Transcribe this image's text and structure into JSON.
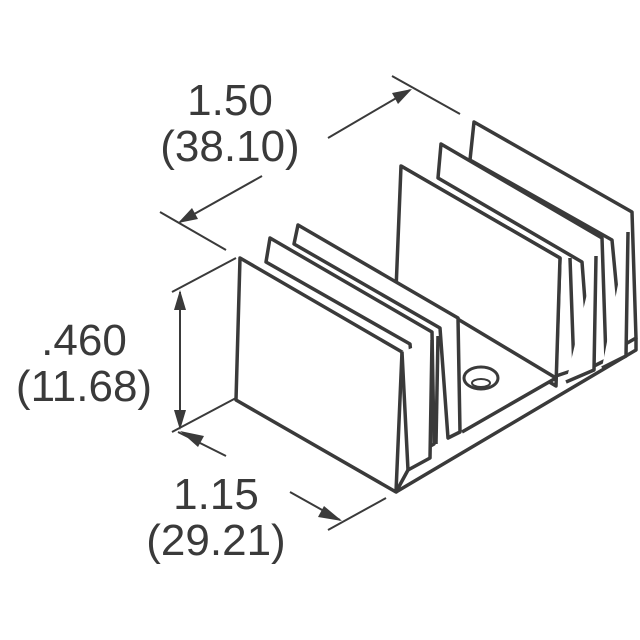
{
  "drawing": {
    "subject": "extruded heatsink, isometric view",
    "line_color": "#3a3a3a",
    "background": "#ffffff"
  },
  "dimensions": {
    "length": {
      "inches": "1.50",
      "mm": "(38.10)"
    },
    "height": {
      "inches": ".460",
      "mm": "(11.68)"
    },
    "width": {
      "inches": "1.15",
      "mm": "(29.21)"
    }
  },
  "features": {
    "fin_count": 6,
    "mounting_hole": "center base hole"
  }
}
